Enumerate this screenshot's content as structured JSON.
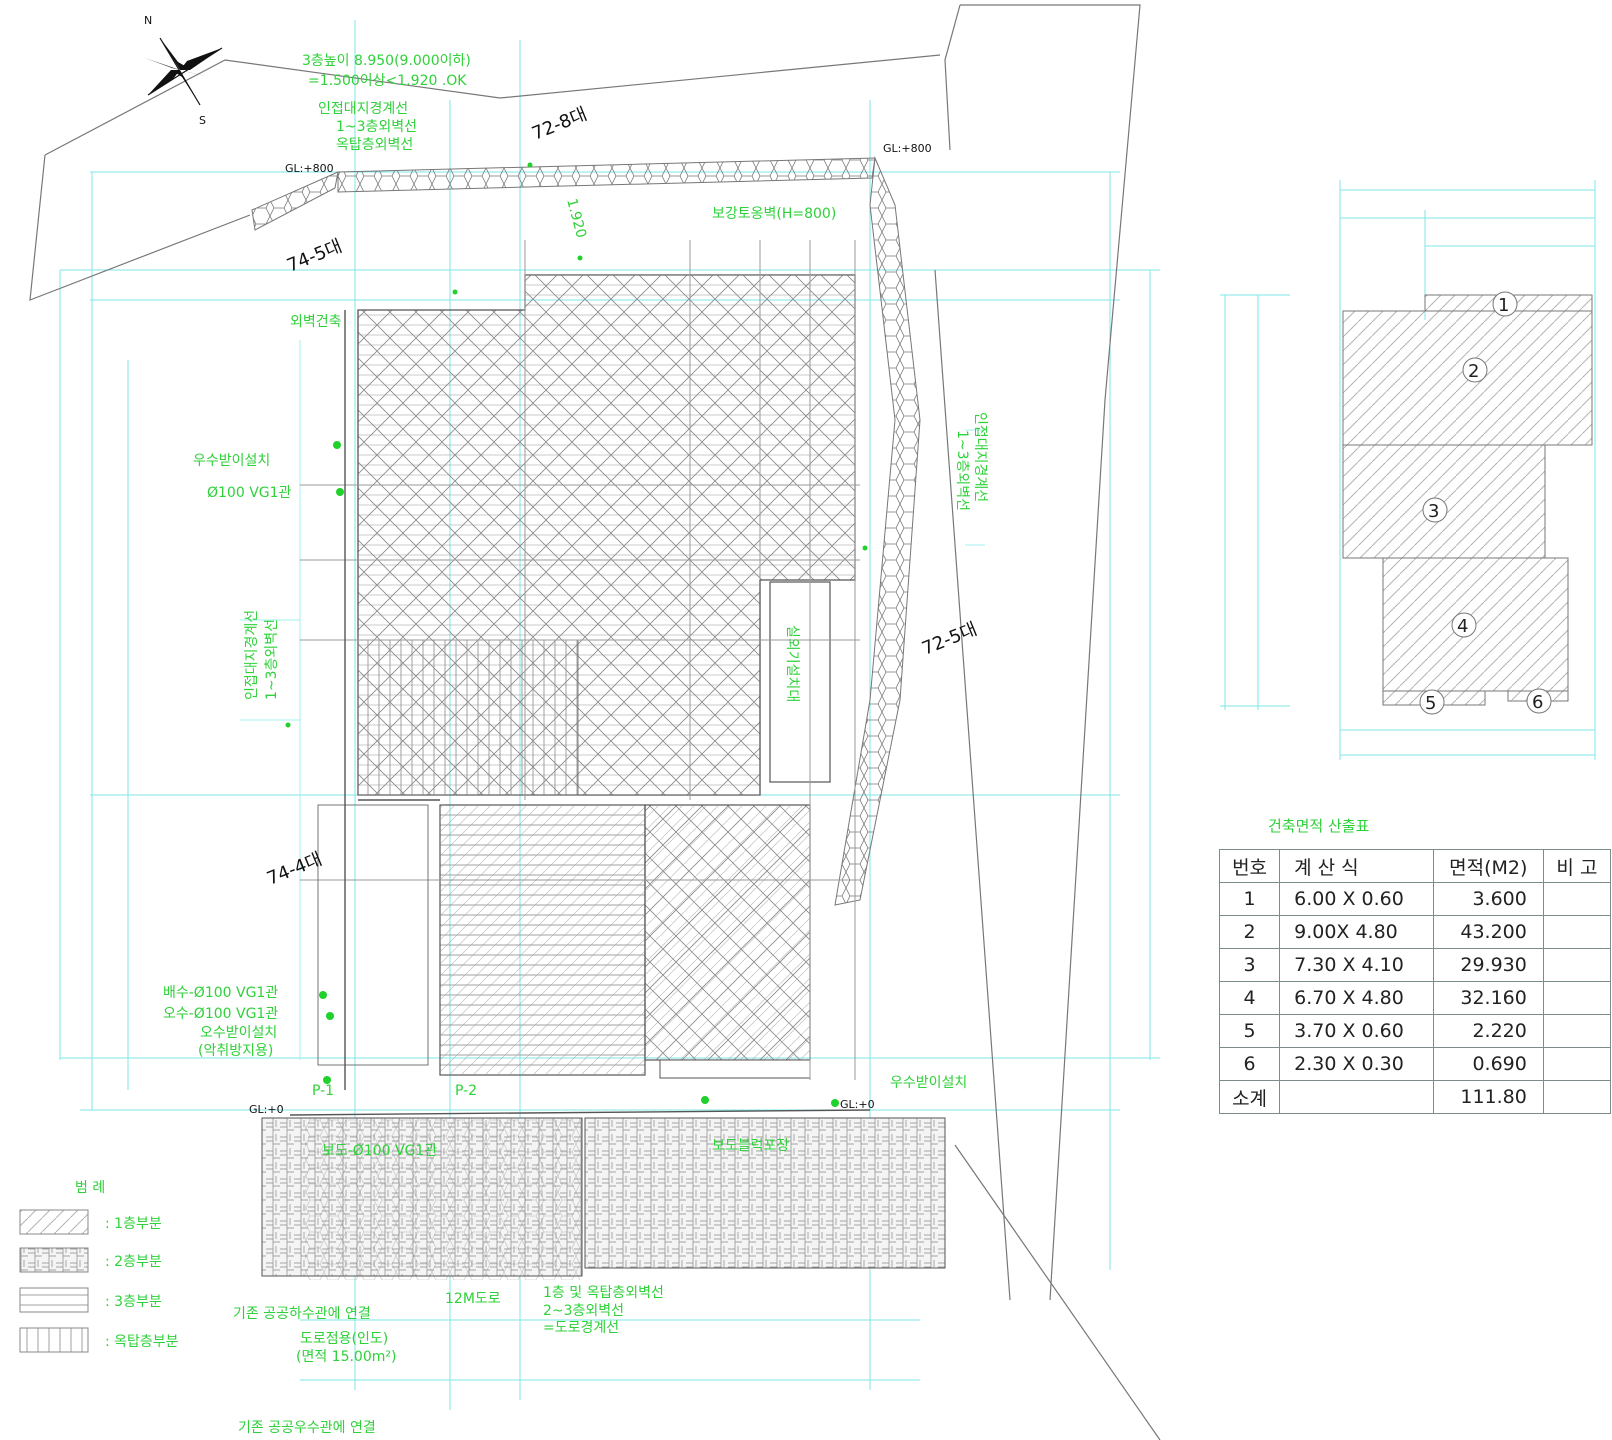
{
  "north_arrow": {
    "north": "N",
    "south": "S"
  },
  "parcels": [
    "72-8대",
    "74-5대",
    "74-4대",
    "72-5대"
  ],
  "levels": {
    "gl_top_left": "GL:+800",
    "gl_top_right": "GL:+800",
    "gl_bottom_left": "GL:+0",
    "gl_bottom_right": "GL:+0"
  },
  "annotations": {
    "height_note_1": "3층높이  8.950(9.000이하)",
    "height_note_2": "=1.500이상<1.920 .OK",
    "boundary_note_1": "인접대지경계선",
    "boundary_note_2": "1~3층외벽선",
    "boundary_note_3": "옥탑층외벽선",
    "dim_1920": "1.920",
    "retaining_wall": "보강토옹벽(H=800)",
    "outer_wall": "외벽건축",
    "rain_pit": "우수받이설치",
    "vg_pipe": "Ø100 VG1관",
    "left_vertical_1": "인접대지경계선",
    "left_vertical_2": "1~3층외벽선",
    "right_vertical_1": "인접대지경계선",
    "right_vertical_2": "1~3층외벽선",
    "outdoor_unit": "실외기설치대",
    "drain_1": "배수-Ø100 VG1관",
    "drain_2": "오수-Ø100 VG1관",
    "drain_3": "오수받이설치",
    "drain_4": "(악취방지용)",
    "p1": "P-1",
    "p2": "P-2",
    "rain_pit_right": "우수받이설치",
    "road_label_left": "보도-Ø100 VG1관",
    "road_label_right": "보도블럭포장",
    "road_12m": "12M도로",
    "road_line_1": "1층 및 옥탑층외벽선",
    "road_line_2": "2~3층외벽선",
    "road_line_3": "=도로경계선",
    "sewer_connect": "기존 공공하수관에 연결",
    "road_sidewalk_1": "도로점용(인도)",
    "road_sidewalk_2": "(면적 15.00m²)",
    "rain_connect": "기존 공공우수관에 연결"
  },
  "legend": {
    "title": "범    례",
    "items": [
      ": 1층부분",
      ": 2층부분",
      ": 3층부분",
      ": 옥탑층부분"
    ]
  },
  "key_plan": {
    "markers": [
      "1",
      "2",
      "3",
      "4",
      "5",
      "6"
    ]
  },
  "area_table": {
    "title": "건축면적 산출표",
    "headers": [
      "번호",
      "계 산 식",
      "면적(M2)",
      "비 고"
    ],
    "rows": [
      {
        "no": "1",
        "formula": "6.00 X 0.60",
        "area": "3.600",
        "note": ""
      },
      {
        "no": "2",
        "formula": "9.00X 4.80",
        "area": "43.200",
        "note": ""
      },
      {
        "no": "3",
        "formula": "7.30 X 4.10",
        "area": "29.930",
        "note": ""
      },
      {
        "no": "4",
        "formula": "6.70 X 4.80",
        "area": "32.160",
        "note": ""
      },
      {
        "no": "5",
        "formula": "3.70 X 0.60",
        "area": "2.220",
        "note": ""
      },
      {
        "no": "6",
        "formula": "2.30 X 0.30",
        "area": "0.690",
        "note": ""
      }
    ],
    "subtotal_label": "소계",
    "subtotal_area": "111.80"
  },
  "colors": {
    "annotation": "#2fd13a",
    "dimension": "#7fe6e6",
    "line": "#777777"
  }
}
